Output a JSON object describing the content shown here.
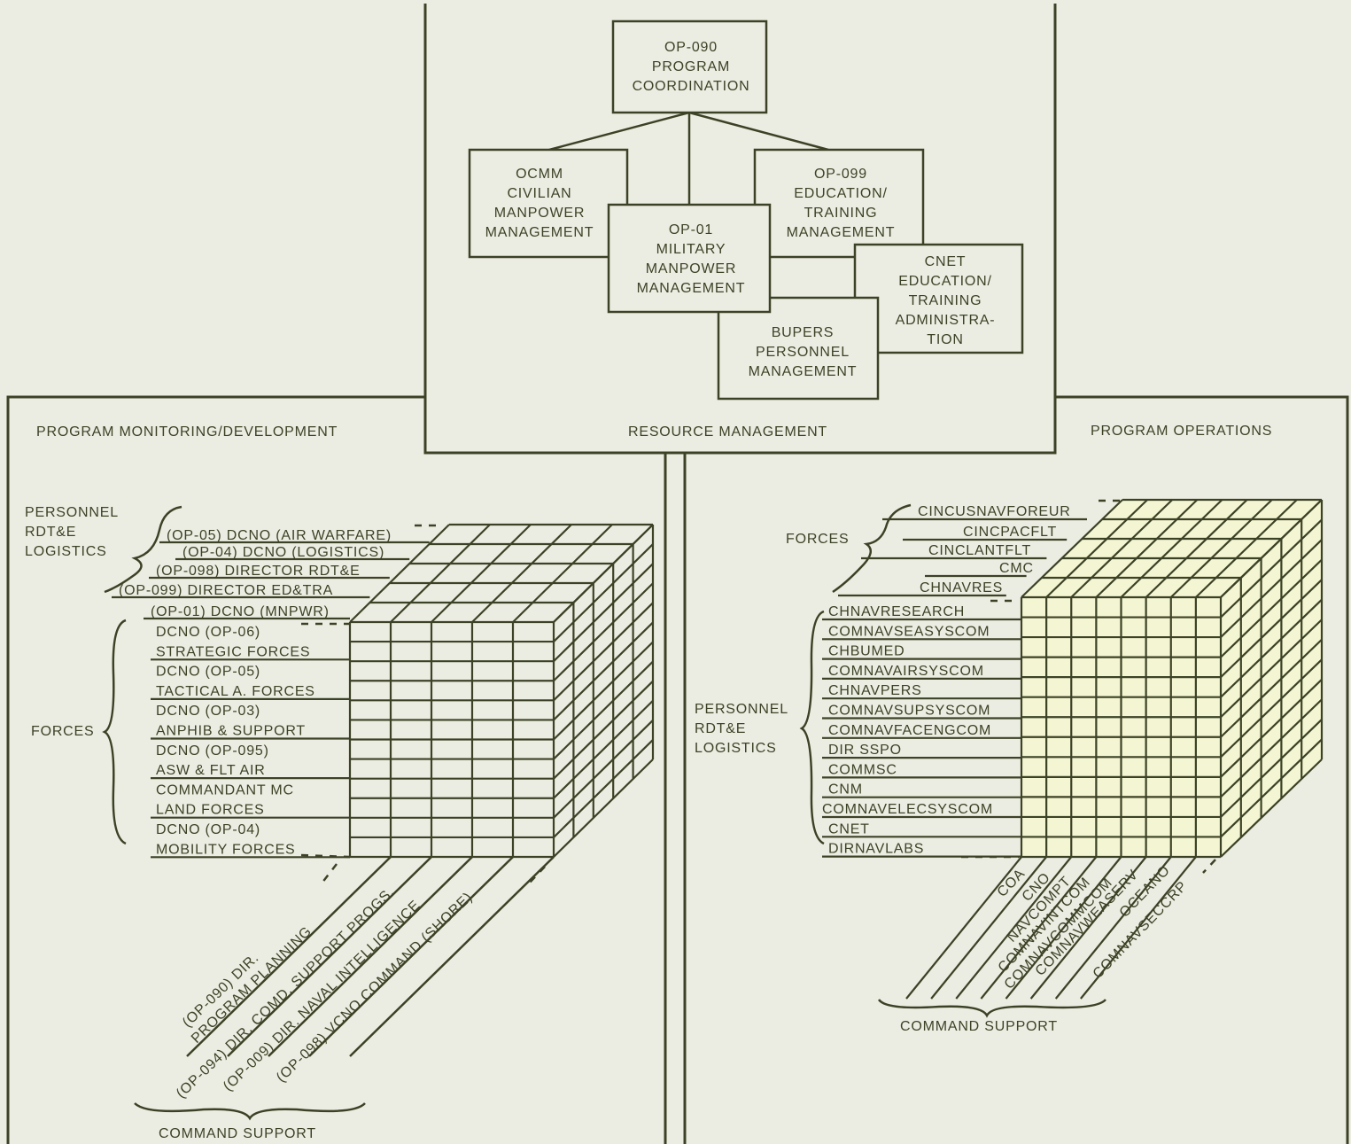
{
  "colors": {
    "background": "#ecede2",
    "ink": "#3c4226",
    "cube_fill": "#f4f5d2"
  },
  "top": {
    "title": "RESOURCE MANAGEMENT",
    "boxes": {
      "op090": [
        "OP-090",
        "PROGRAM",
        "COORDINATION"
      ],
      "ocmm": [
        "OCMM",
        "CIVILIAN",
        "MANPOWER",
        "MANAGEMENT"
      ],
      "op099": [
        "OP-099",
        "EDUCATION/",
        "TRAINING",
        "MANAGEMENT"
      ],
      "op01": [
        "OP-01",
        "MILITARY",
        "MANPOWER",
        "MANAGEMENT"
      ],
      "cnet": [
        "CNET",
        "EDUCATION/",
        "TRAINING",
        "ADMINISTRA-",
        "TION"
      ],
      "bupers": [
        "BUPERS",
        "PERSONNEL",
        "MANAGEMENT"
      ]
    }
  },
  "left": {
    "title": "PROGRAM MONITORING/DEVELOPMENT",
    "side_labels": [
      "PERSONNEL",
      "RDT&E",
      "LOGISTICS"
    ],
    "top_rows": [
      "(OP-05) DCNO (AIR WARFARE)",
      "(OP-04) DCNO (LOGISTICS)",
      "(OP-098) DIRECTOR RDT&E",
      "(OP-099) DIRECTOR ED&TRA",
      "(OP-01) DCNO (MNPWR)"
    ],
    "forces_label": "FORCES",
    "forces_rows": [
      "DCNO (OP-06)",
      "STRATEGIC FORCES",
      "DCNO (OP-05)",
      "TACTICAL A. FORCES",
      "DCNO (OP-03)",
      "ANPHIB & SUPPORT",
      "DCNO (OP-095)",
      "ASW & FLT AIR",
      "COMMANDANT MC",
      "LAND FORCES",
      "DCNO (OP-04)",
      "MOBILITY FORCES"
    ],
    "diagonal_labels": [
      "(OP-090) DIR.",
      "PROGRAM PLANNING",
      "(OP-094) DIR. COMD. SUPPORT PROGS.",
      "(OP-009) DIR. NAVAL INTELLIGENCE",
      "(OP-098) VCNO COMMAND (SHORE)"
    ],
    "command_support": "COMMAND SUPPORT"
  },
  "right": {
    "title": "PROGRAM OPERATIONS",
    "forces_label": "FORCES",
    "forces_rows": [
      "CINCUSNAVFOREUR",
      "CINCPACFLT",
      "CINCLANTFLT",
      "CMC",
      "CHNAVRES"
    ],
    "side_labels": [
      "PERSONNEL",
      "RDT&E",
      "LOGISTICS"
    ],
    "rows": [
      "CHNAVRESEARCH",
      "COMNAVSEASYSCOM",
      "CHBUMED",
      "COMNAVAIRSYSCOM",
      "CHNAVPERS",
      "COMNAVSUPSYSCOM",
      "COMNAVFACENGCOM",
      "DIR SSPO",
      "COMMSC",
      "CNM",
      "COMNAVELECSYSCOM",
      "CNET",
      "DIRNAVLABS"
    ],
    "diagonal_labels": [
      "COA",
      "CNO",
      "NAVCOMPT",
      "COMNAVINTCOM",
      "COMNAVCOMMCOM",
      "COMNAVWEASERV",
      "OCEANO",
      "COMNAVSECCRP"
    ],
    "command_support": "COMMAND SUPPORT"
  }
}
